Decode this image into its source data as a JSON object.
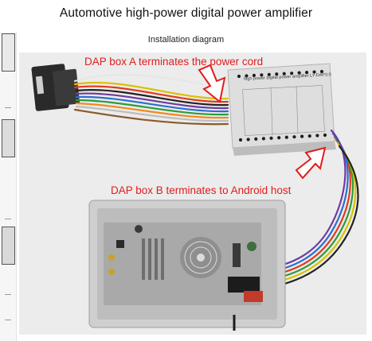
{
  "header": {
    "title": "Automotive high-power digital power amplifier",
    "subtitle": "Installation diagram"
  },
  "photo": {
    "callout_a": "DAP box A terminates the power cord",
    "callout_b": "DAP box B terminates to Android host",
    "box_label": "high power digital power amplifier LY-DAP3.0"
  },
  "colors": {
    "callout": "#e11c1c",
    "arrow_fill": "#ffffff",
    "arrow_stroke": "#e11c1c"
  }
}
